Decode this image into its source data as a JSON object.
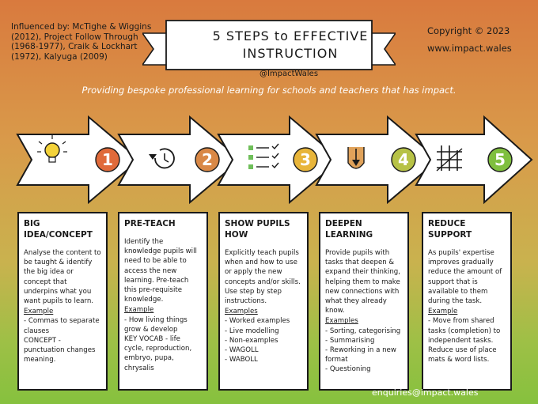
{
  "credits": "Influenced by: McTighe & Wiggins (2012), Project Follow Through (1968-1977), Craik & Lockhart (1972), Kalyuga (2009)",
  "copyright": "Copyright © 2023",
  "website": "www.impact.wales",
  "title": {
    "line1": "5 STEPS to EFFECTIVE",
    "line2": "INSTRUCTION"
  },
  "handle": "@ImpactWales",
  "tagline": "Providing bespoke professional learning for schools and teachers that has impact.",
  "steps": [
    {
      "number": "1",
      "icon": "lightbulb-icon",
      "color": "#e06a3a",
      "heading": "BIG IDEA/CONCEPT",
      "body": "Analyse the content to be taught & identify the big idea or concept that underpins what you want pupils to learn.",
      "example_label": "Example",
      "examples": [
        "- Commas to separate clauses",
        "CONCEPT - punctuation changes meaning."
      ]
    },
    {
      "number": "2",
      "icon": "clock-arrow-icon",
      "color": "#d98846",
      "heading": "PRE-TEACH",
      "body": "Identify the knowledge pupils will need to be able to access the new learning. Pre-teach this pre-requisite knowledge.",
      "example_label": "Example",
      "examples": [
        "- How living things grow & develop",
        "KEY VOCAB - life cycle, reproduction, embryo, pupa, chrysalis"
      ]
    },
    {
      "number": "3",
      "icon": "checklist-icon",
      "color": "#e8b53a",
      "heading": "SHOW PUPILS HOW",
      "body": "Explicitly teach pupils when and how to use or apply the new concepts and/or skills. Use step by step instructions.",
      "example_label": "Examples",
      "examples": [
        "- Worked examples",
        "- Live modelling",
        "- Non-examples",
        "- WAGOLL",
        "- WABOLL"
      ]
    },
    {
      "number": "4",
      "icon": "deep-dive-icon",
      "color": "#b7c246",
      "heading": "DEEPEN LEARNING",
      "body": "Provide pupils with tasks that deepen & expand their thinking, helping them to make new connections with what they already know.",
      "example_label": "Examples",
      "examples": [
        "- Sorting, categorising",
        "- Summarising",
        "- Reworking in a new format",
        "- Questioning"
      ]
    },
    {
      "number": "5",
      "icon": "scaffold-icon",
      "color": "#7fbf3e",
      "heading": "REDUCE SUPPORT",
      "body": "As pupils' expertise improves gradually reduce the amount of support that is available to them during the task.",
      "example_label": "Example",
      "examples": [
        "- Move from shared tasks (completion) to independent tasks. Reduce use of place mats & word lists."
      ]
    }
  ],
  "email": "enquiries@impact.wales"
}
